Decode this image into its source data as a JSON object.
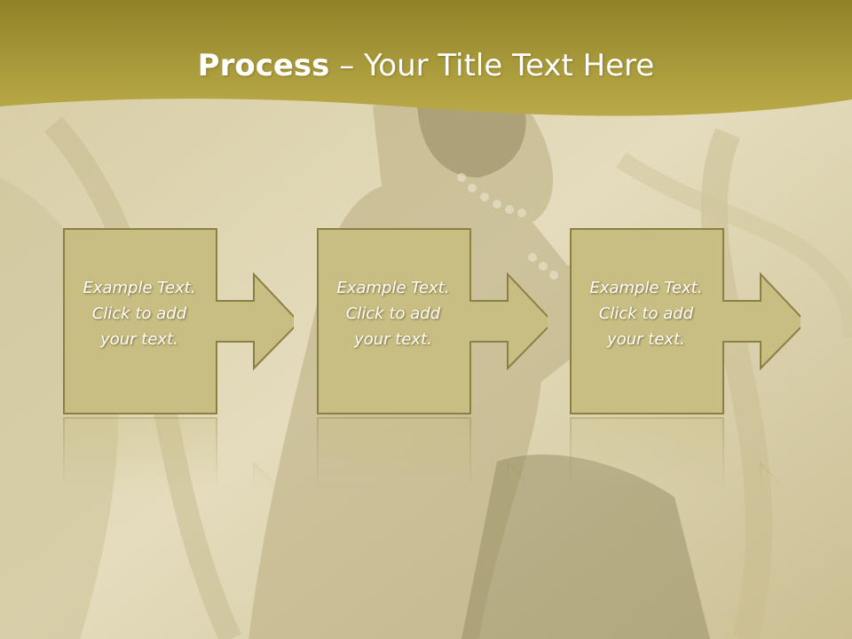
{
  "title": {
    "bold": "Process",
    "dash": " – ",
    "rest": "Your Title Text Here"
  },
  "steps": [
    {
      "line1": "Example Text.",
      "line2": "Click  to add",
      "line3": "your text."
    },
    {
      "line1": "Example Text.",
      "line2": "Click  to add",
      "line3": "your text."
    },
    {
      "line1": "Example Text.",
      "line2": "Click  to add",
      "line3": "your text."
    }
  ],
  "colors": {
    "header_gold": "#a89a3a",
    "box_fill": "#c9be82",
    "box_border": "#8a7f45"
  }
}
